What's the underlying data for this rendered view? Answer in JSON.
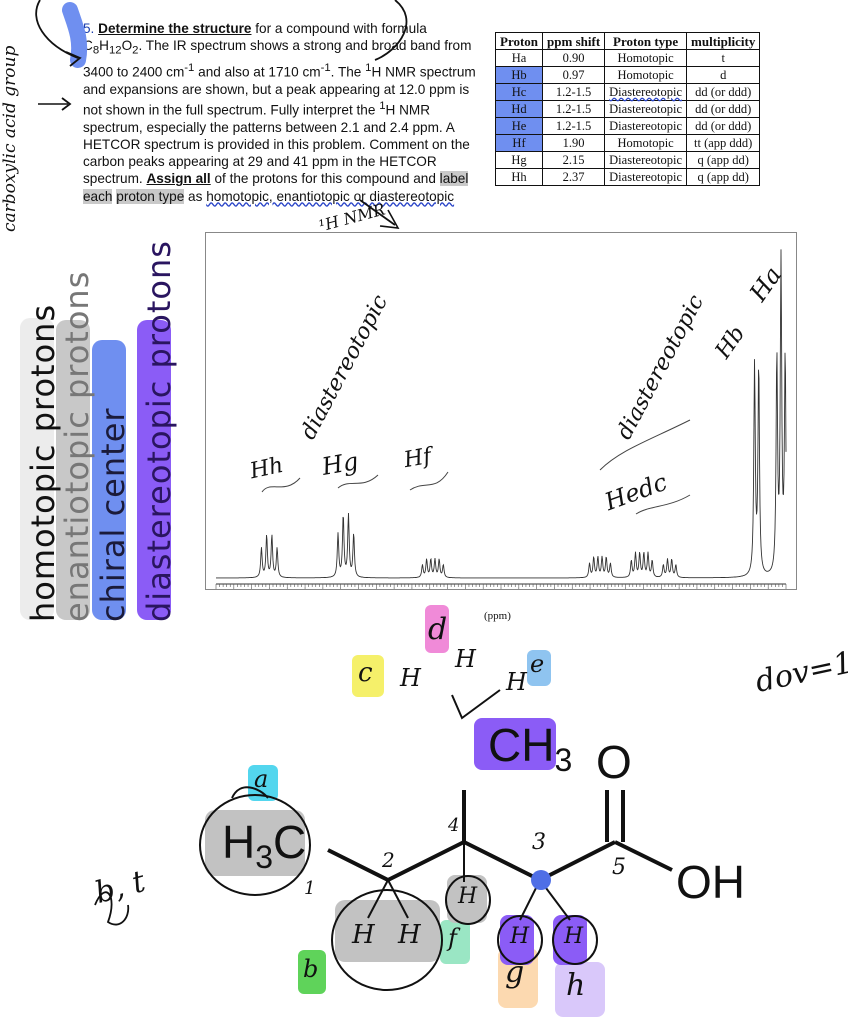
{
  "problem": {
    "number": "5.",
    "title": "Determine the structure",
    "text_1": " for a compound with formula C",
    "sub_c": "8",
    "text_h": "H",
    "sub_h": "12",
    "text_o": "O",
    "sub_o": "2",
    "text_2": ". The IR spectrum shows a strong and broad band from 3400 to 2400 cm",
    "sup_1": "-1",
    "text_3": " and also at 1710 cm",
    "sup_2": "-1",
    "text_4": ". The ",
    "sup_3": "1",
    "text_5": "H NMR spectrum and expansions are shown, but a peak appearing at 12.0 ppm is not shown in the full spectrum. Fully interpret the ",
    "sup_4": "1",
    "text_6": "H NMR spectrum, especially the patterns between 2.1 and 2.4 ppm. A HETCOR spectrum is provided in this problem. Comment on the carbon peaks appearing at 29 and 41 ppm in the HETCOR spectrum. ",
    "assign": "Assign all",
    "text_7": " of the protons for this compound and ",
    "text_8": "label each",
    "text_9": " ",
    "text_10": "proton type",
    "text_11": " as ",
    "text_12": "homotopic, enantiotopic or diastereotopic"
  },
  "table": {
    "headers": [
      "Proton",
      "ppm shift",
      "Proton type",
      "multiplicity"
    ],
    "rows": [
      [
        "Ha",
        "0.90",
        "Homotopic",
        "t"
      ],
      [
        "Hb",
        "0.97",
        "Homotopic",
        "d"
      ],
      [
        "Hc",
        "1.2-1.5",
        "Diastereotopic",
        "dd (or ddd)"
      ],
      [
        "Hd",
        "1.2-1.5",
        "Diastereotopic",
        "dd (or ddd)"
      ],
      [
        "He",
        "1.2-1.5",
        "Diastereotopic",
        "dd (or ddd)"
      ],
      [
        "Hf",
        "1.90",
        "Homotopic",
        "tt (app ddd)"
      ],
      [
        "Hg",
        "2.15",
        "Diastereotopic",
        "q (app dd)"
      ],
      [
        "Hh",
        "2.37",
        "Diastereotopic",
        "q (app dd)"
      ]
    ]
  },
  "spectrum": {
    "axis_ticks": [
      "2.5",
      "2.4",
      "2.3",
      "2.2",
      "2.1",
      "2.0",
      "1.9",
      "1.8",
      "1.7",
      "1.6",
      "1.5",
      "1.4",
      "1.3",
      "1.2",
      "1.1",
      "1.0",
      "0.9"
    ],
    "xlabel": "(ppm)"
  },
  "annotations": {
    "h_nmr": "¹H NMR",
    "hh": "Hh",
    "hg": "Hg",
    "hf": "Hf",
    "diastereotopic_1": "diastereotopic",
    "diastereotopic_2": "diastereotopic",
    "hedc": "Hedc",
    "hb": "Hb",
    "ha": "Ha",
    "carboxylic": "carboxylic acid group",
    "dov": "dov=1",
    "bt": "b, t"
  },
  "legend": {
    "homotopic": "homotopic protons",
    "enantiotopic": "enantiotopic protons",
    "chiral": "chiral center",
    "diastereotopic": "diastereotopic protons"
  },
  "structure": {
    "ch3_top": "CH",
    "ch3_top_sub": "3",
    "h3c": "H",
    "h3c_sub": "3",
    "h3c_c": "C",
    "oxygen": "O",
    "oh": "OH",
    "h": "H",
    "num_1": "1",
    "num_2": "2",
    "num_3": "3",
    "num_4": "4",
    "num_5": "5",
    "label_a": "a",
    "label_b": "b",
    "label_c": "c",
    "label_d": "d",
    "label_e": "e",
    "label_f": "f",
    "label_g": "g",
    "label_h": "h"
  },
  "colors": {
    "blue": "#6f8ff0",
    "purple": "#8b5cf6",
    "gray": "#bdbdbd",
    "yellow": "#f5f06a",
    "pink": "#f08ad8",
    "cyan": "#53d6ee",
    "green": "#5fd35a",
    "mint": "#9ae6c4",
    "peach": "#fcd9b0",
    "lavender": "#d9c8fa"
  }
}
